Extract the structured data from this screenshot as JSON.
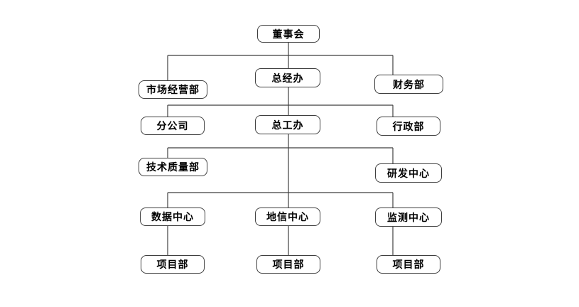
{
  "diagram": {
    "type": "org-chart",
    "background_color": "#ffffff",
    "line_color": "#3f3f3f",
    "box_border_color": "#3f3f3f",
    "text_color": "#000000",
    "nodes": {
      "board": {
        "label": "董事会",
        "level": 1
      },
      "gm_office": {
        "label": "总经办",
        "level": 2
      },
      "marketing_dept": {
        "label": "市场经营部",
        "level": 2
      },
      "finance_dept": {
        "label": "财务部",
        "level": 2
      },
      "branch_company": {
        "label": "分公司",
        "level": 3
      },
      "chief_engineer_office": {
        "label": "总工办",
        "level": 3
      },
      "admin_dept": {
        "label": "行政部",
        "level": 3
      },
      "tech_quality_dept": {
        "label": "技术质量部",
        "level": 4
      },
      "rd_center": {
        "label": "研发中心",
        "level": 4
      },
      "data_center": {
        "label": "数据中心",
        "level": 5
      },
      "geoinfo_center": {
        "label": "地信中心",
        "level": 5
      },
      "monitoring_center": {
        "label": "监测中心",
        "level": 5
      },
      "project_dept_left": {
        "label": "项目部",
        "level": 6
      },
      "project_dept_middle": {
        "label": "项目部",
        "level": 6
      },
      "project_dept_right": {
        "label": "项目部",
        "level": 6
      }
    },
    "edges": [
      [
        "board",
        "marketing_dept"
      ],
      [
        "board",
        "gm_office"
      ],
      [
        "board",
        "finance_dept"
      ],
      [
        "gm_office",
        "branch_company"
      ],
      [
        "gm_office",
        "chief_engineer_office"
      ],
      [
        "gm_office",
        "admin_dept"
      ],
      [
        "chief_engineer_office",
        "tech_quality_dept"
      ],
      [
        "chief_engineer_office",
        "rd_center"
      ],
      [
        "chief_engineer_office",
        "data_center"
      ],
      [
        "chief_engineer_office",
        "geoinfo_center"
      ],
      [
        "chief_engineer_office",
        "monitoring_center"
      ],
      [
        "data_center",
        "project_dept_left"
      ],
      [
        "geoinfo_center",
        "project_dept_middle"
      ],
      [
        "monitoring_center",
        "project_dept_right"
      ]
    ]
  }
}
